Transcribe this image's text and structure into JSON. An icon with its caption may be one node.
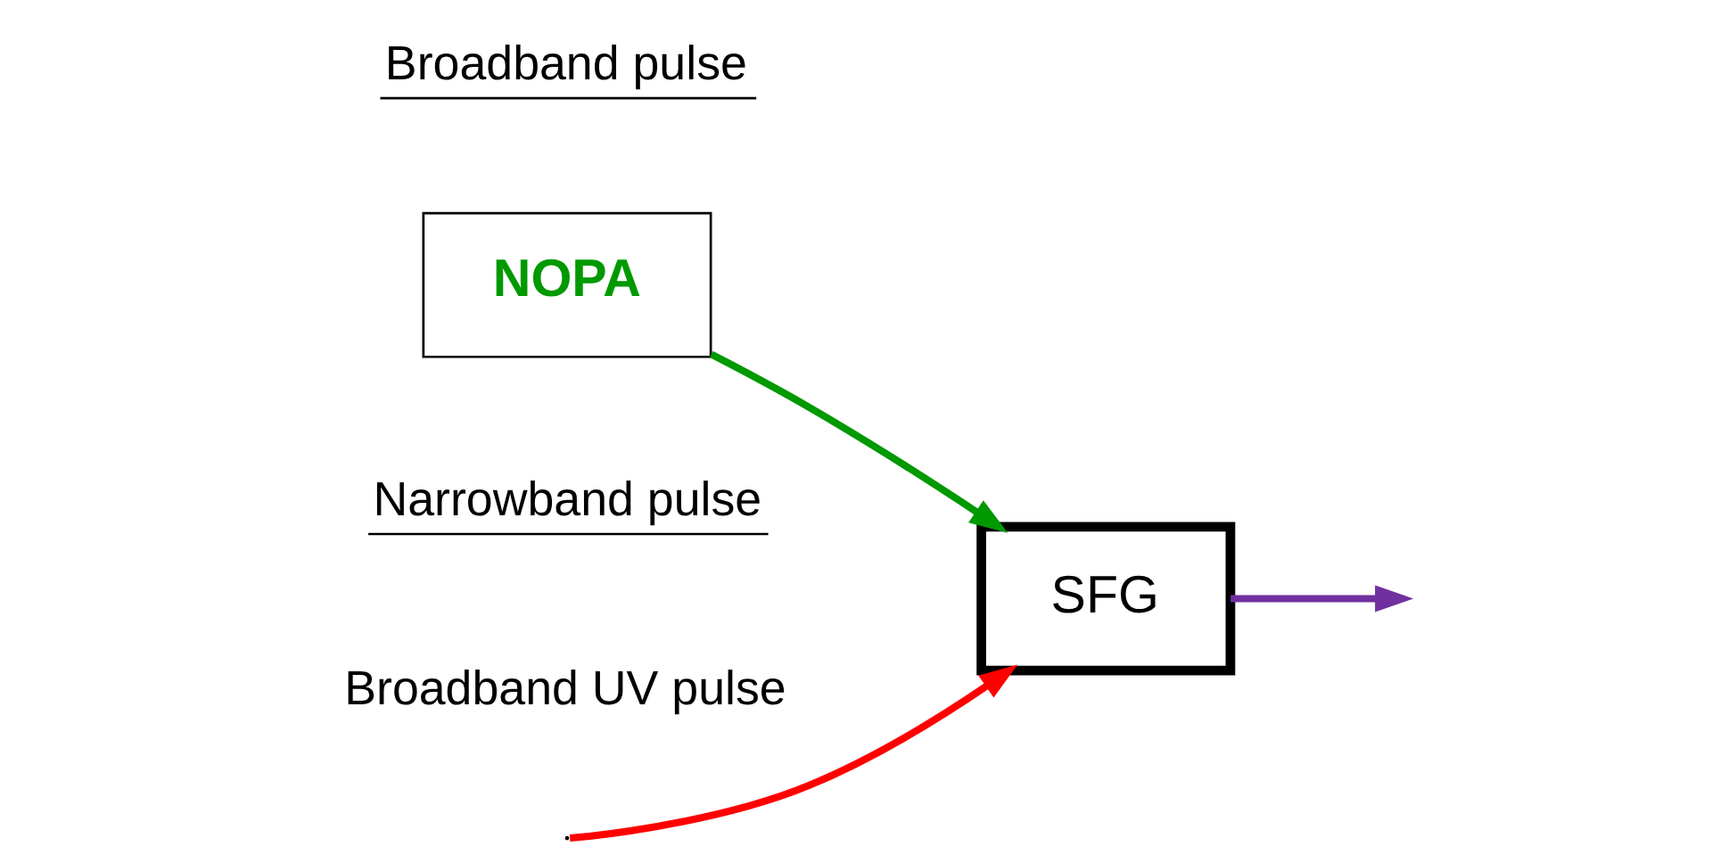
{
  "diagram": {
    "nodes": [
      {
        "text": [
          "NOPA"
        ]
      },
      {
        "text": [
          "SFG"
        ]
      }
    ],
    "edges": [
      {
        "from": null,
        "to": 1,
        "arrow": "to",
        "color": "#ff0000"
      },
      {
        "from": 0,
        "to": 1,
        "arrow": "to",
        "color": "#009900"
      },
      {
        "from": 1,
        "to": null,
        "arrow": "to",
        "color": "#7030a0"
      }
    ],
    "labels": [
      "Narrowband pulse",
      "Broadband pulse",
      "Broadband UV pulse"
    ]
  }
}
